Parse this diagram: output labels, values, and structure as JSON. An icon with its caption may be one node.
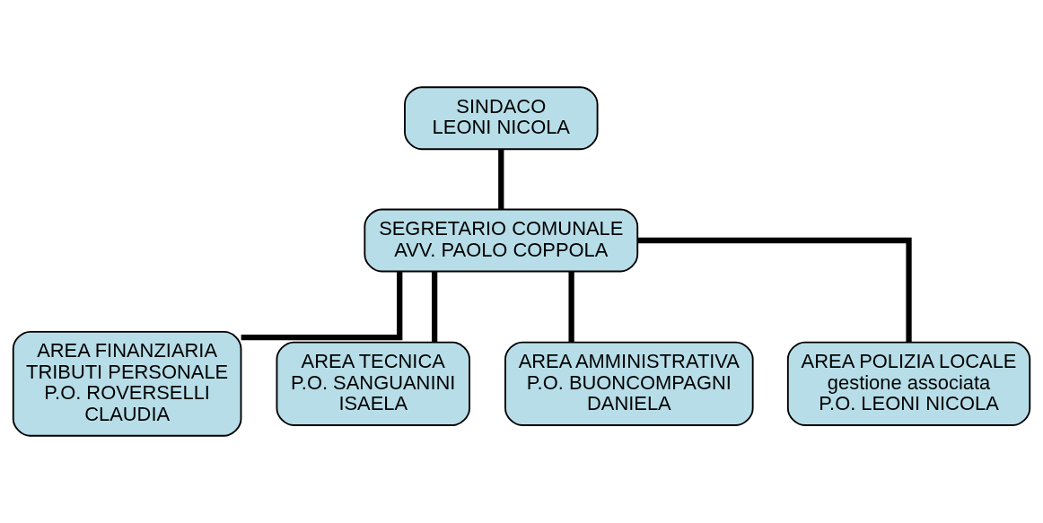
{
  "diagram": {
    "nodes": [
      {
        "text": [
          "SINDACO",
          "LEONI NICOLA"
        ]
      },
      {
        "text": [
          "SEGRETARIO COMUNALE",
          "AVV. PAOLO COPPOLA"
        ]
      },
      {
        "text": [
          "AREA FINANZIARIA TRIBUTI PERSONALE",
          "P.O. ROVERSELLI CLAUDIA"
        ]
      },
      {
        "text": [
          "AREA TECNICA",
          "P.O. SANGUANINI ISAELA"
        ]
      },
      {
        "text": [
          "AREA AMMINISTRATIVA",
          "P.O. BUONCOMPAGNI DANIELA"
        ]
      },
      {
        "text": [
          "AREA POLIZIA LOCALE gestione associata",
          "P.O. LEONI NICOLA"
        ]
      }
    ],
    "edges": [
      {
        "from": 0,
        "to": 1,
        "arrow": "none"
      },
      {
        "from": 1,
        "to": 2,
        "arrow": "none"
      },
      {
        "from": 1,
        "to": 3,
        "arrow": "none"
      },
      {
        "from": 1,
        "to": 4,
        "arrow": "none"
      },
      {
        "from": 1,
        "to": 5,
        "arrow": "none"
      }
    ]
  }
}
